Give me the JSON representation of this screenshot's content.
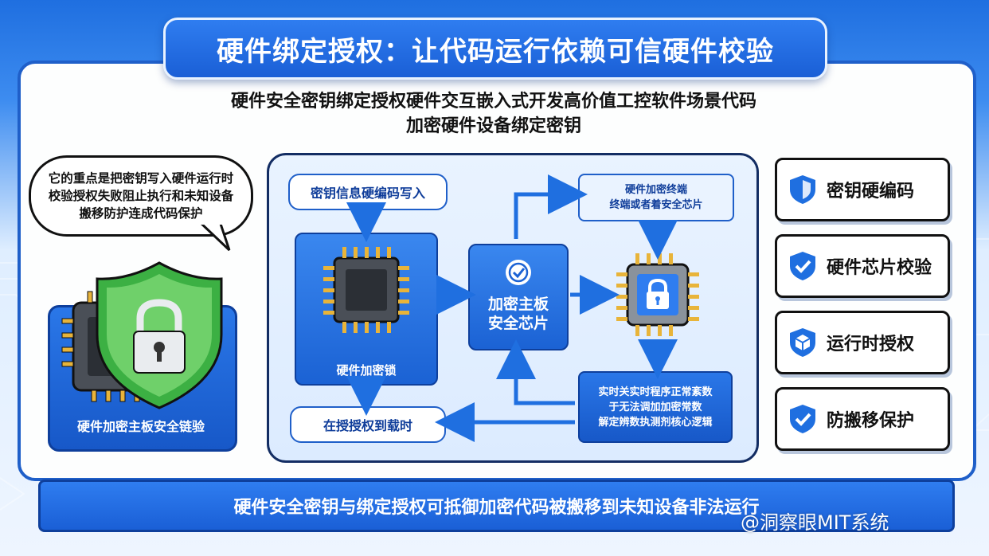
{
  "title": "硬件绑定授权：让代码运行依赖可信硬件校验",
  "subtitle": "硬件安全密钥绑定授权硬件交互嵌入式开发高价值工控软件场景代码加密硬件设备绑定密钥",
  "bubble": "它的重点是把密钥写入硬件运行时校验授权失败阻止执行和未知设备搬移防护连成代码保护",
  "left_card_label": "硬件加密主板安全链验",
  "flow": {
    "write_key": "密钥信息硬编码写入",
    "encrypt_lock": "硬件加密锁",
    "board_chip_l1": "加密主板",
    "board_chip_l2": "安全芯片",
    "hw_terminal_l1": "硬件加密终端",
    "hw_terminal_l2": "终端或者着安全芯片",
    "runtime_l1": "实时关实时程序正常紊数",
    "runtime_l2": "于无法调加加密常数",
    "runtime_l3": "解定辨数执测剂核心逻辑",
    "auth_load": "在授授权到载时"
  },
  "features": [
    {
      "label": "密钥硬编码",
      "icon": "shield-icon"
    },
    {
      "label": "硬件芯片校验",
      "icon": "shield-check-icon"
    },
    {
      "label": "运行时授权",
      "icon": "cube-shield-icon"
    },
    {
      "label": "防搬移保护",
      "icon": "shield-check-icon"
    }
  ],
  "bottom_banner": "硬件安全密钥与绑定授权可抵御加密代码被搬移到未知设备非法运行",
  "watermark": "@洞察眼MIT系统",
  "colors": {
    "primary": "#1f5fc9",
    "accent": "#2f7df0",
    "shield_green": "#3cb043"
  }
}
